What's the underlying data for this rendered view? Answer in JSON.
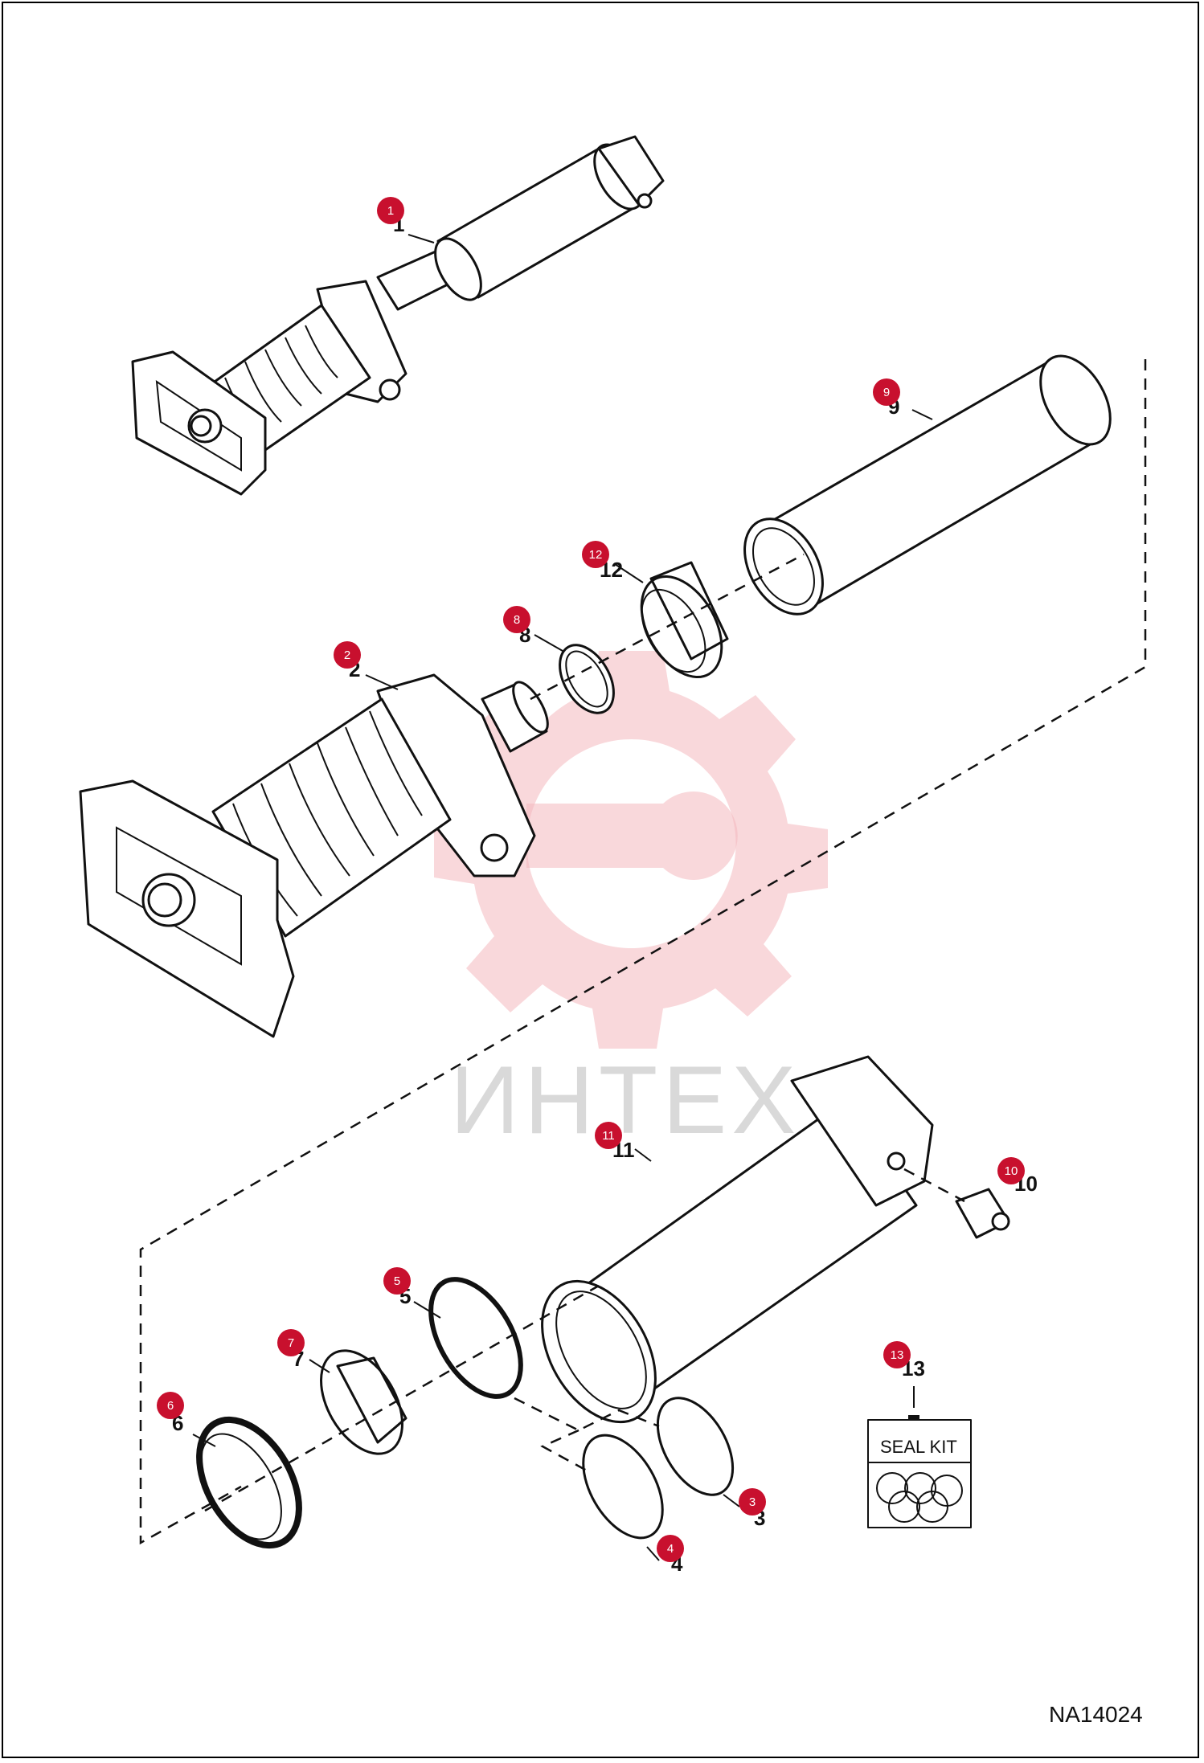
{
  "figure_id": "NA14024",
  "watermark_text": "ИНТЕХ",
  "seal_kit_label": "SEAL KIT",
  "callouts": [
    {
      "id": "1",
      "label": "1"
    },
    {
      "id": "2",
      "label": "2"
    },
    {
      "id": "3",
      "label": "3"
    },
    {
      "id": "4",
      "label": "4"
    },
    {
      "id": "5",
      "label": "5"
    },
    {
      "id": "6",
      "label": "6"
    },
    {
      "id": "7",
      "label": "7"
    },
    {
      "id": "8",
      "label": "8"
    },
    {
      "id": "9",
      "label": "9"
    },
    {
      "id": "10",
      "label": "10"
    },
    {
      "id": "11",
      "label": "11"
    },
    {
      "id": "12",
      "label": "12"
    },
    {
      "id": "13",
      "label": "13"
    }
  ],
  "colors": {
    "badge": "#c8102e",
    "watermark": "#f4b8bd"
  }
}
